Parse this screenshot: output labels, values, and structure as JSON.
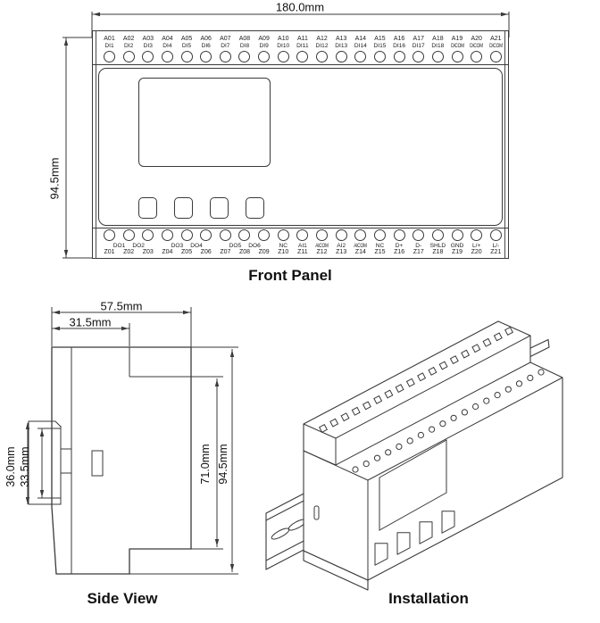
{
  "front_panel": {
    "title": "Front Panel",
    "width_dim": "180.0mm",
    "height_dim": "94.5mm",
    "top_terminals": [
      {
        "signal": "A01",
        "channel": "DI1"
      },
      {
        "signal": "A02",
        "channel": "DI2"
      },
      {
        "signal": "A03",
        "channel": "DI3"
      },
      {
        "signal": "A04",
        "channel": "DI4"
      },
      {
        "signal": "A05",
        "channel": "DI5"
      },
      {
        "signal": "A06",
        "channel": "DI6"
      },
      {
        "signal": "A07",
        "channel": "DI7"
      },
      {
        "signal": "A08",
        "channel": "DI8"
      },
      {
        "signal": "A09",
        "channel": "DI9"
      },
      {
        "signal": "A10",
        "channel": "DI10"
      },
      {
        "signal": "A11",
        "channel": "DI11"
      },
      {
        "signal": "A12",
        "channel": "DI12"
      },
      {
        "signal": "A13",
        "channel": "DI13"
      },
      {
        "signal": "A14",
        "channel": "DI14"
      },
      {
        "signal": "A15",
        "channel": "DI15"
      },
      {
        "signal": "A16",
        "channel": "DI16"
      },
      {
        "signal": "A17",
        "channel": "DI17"
      },
      {
        "signal": "A18",
        "channel": "DI18"
      },
      {
        "signal": "A19",
        "channel": "DICOM"
      },
      {
        "signal": "A20",
        "channel": "DICOM"
      },
      {
        "signal": "A21",
        "channel": "DICOM"
      }
    ],
    "bottom_terminals": [
      {
        "function": "DO1",
        "terminal": "Z01"
      },
      {
        "function": "DO2",
        "terminal": "Z02"
      },
      {
        "function": "",
        "terminal": "Z03"
      },
      {
        "function": "DO3",
        "terminal": "Z04"
      },
      {
        "function": "DO4",
        "terminal": "Z05"
      },
      {
        "function": "",
        "terminal": "Z06"
      },
      {
        "function": "DO5",
        "terminal": "Z07"
      },
      {
        "function": "DO6",
        "terminal": "Z08"
      },
      {
        "function": "",
        "terminal": "Z09"
      },
      {
        "function": "NC",
        "terminal": "Z10"
      },
      {
        "function": "AI1",
        "terminal": "Z11"
      },
      {
        "function": "AICOM",
        "terminal": "Z12"
      },
      {
        "function": "AI2",
        "terminal": "Z13"
      },
      {
        "function": "AICOM",
        "terminal": "Z14"
      },
      {
        "function": "NC",
        "terminal": "Z15"
      },
      {
        "function": "D+",
        "terminal": "Z16"
      },
      {
        "function": "D-",
        "terminal": "Z17"
      },
      {
        "function": "SHLD",
        "terminal": "Z18"
      },
      {
        "function": "GND",
        "terminal": "Z19"
      },
      {
        "function": "L/+",
        "terminal": "Z20"
      },
      {
        "function": "L/-",
        "terminal": "Z21"
      }
    ]
  },
  "side_view": {
    "title": "Side View",
    "total_depth_dim": "57.5mm",
    "front_depth_dim": "31.5mm",
    "clip_outer_dim": "36.0mm",
    "clip_inner_dim": "33.5mm",
    "body_height_dim": "71.0mm",
    "total_height_dim": "94.5mm"
  },
  "installation": {
    "title": "Installation"
  }
}
